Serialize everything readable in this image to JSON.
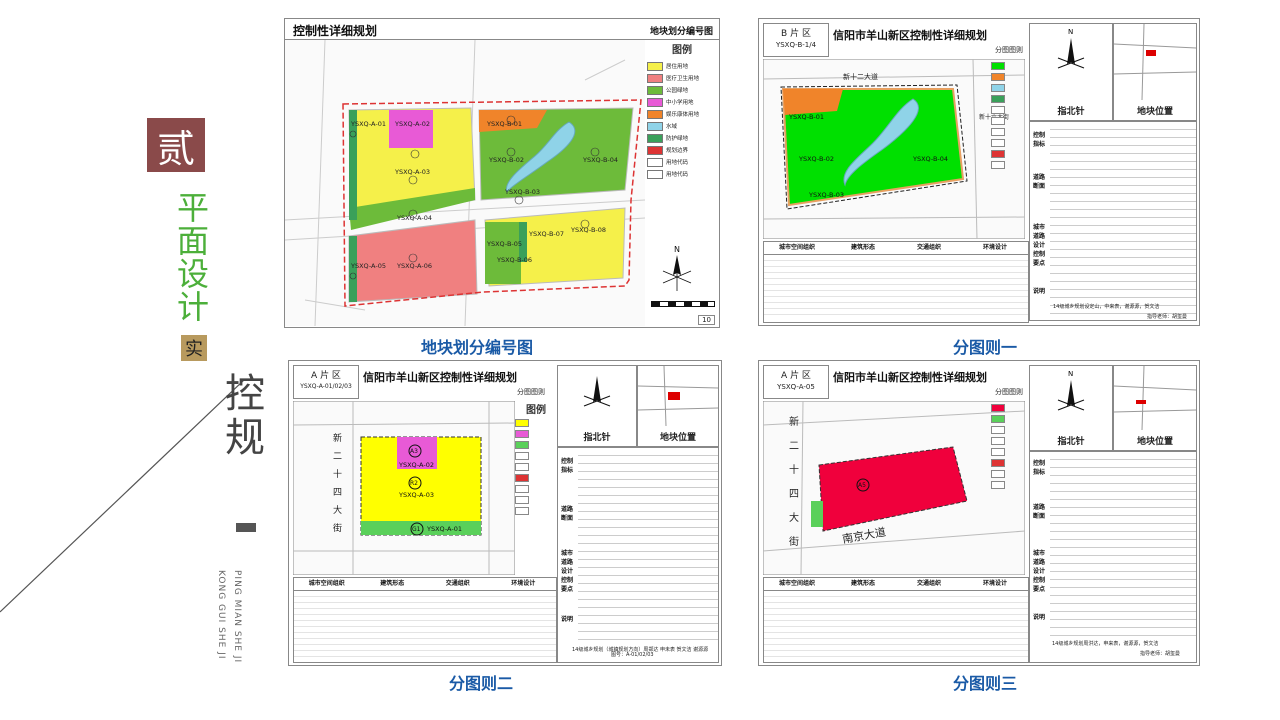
{
  "left": {
    "badge": "贰",
    "section_title_chars": [
      "平",
      "面",
      "设",
      "计"
    ],
    "small_badge": "实",
    "main_title_chars": [
      "控",
      "规"
    ],
    "latin_line1": "KONG GUI SHE JI",
    "latin_line2": "PING MIAN SHE JI"
  },
  "panel1": {
    "title": "控制性详细规划",
    "subtitle": "地块划分编号图",
    "caption": "地块划分编号图",
    "legend_title": "图例",
    "legend": [
      {
        "label": "居住用地",
        "color": "#f5f04a"
      },
      {
        "label": "医疗卫生用地",
        "color": "#f08080"
      },
      {
        "label": "公园绿地",
        "color": "#6dbb3a"
      },
      {
        "label": "中小学用地",
        "color": "#e85ad6"
      },
      {
        "label": "娱乐康体用地",
        "color": "#f0842a"
      },
      {
        "label": "水域",
        "color": "#8fd3e8"
      },
      {
        "label": "防护绿地",
        "color": "#3aa05a"
      },
      {
        "label": "规划边界",
        "color": "#d33"
      },
      {
        "label": "用地代码",
        "color": "#ffffff"
      },
      {
        "label": "用地代码",
        "color": "#ffffff"
      }
    ],
    "parcels": [
      "YSXQ-A-01",
      "YSXQ-A-02",
      "YSXQ-A-03",
      "YSXQ-A-04",
      "YSXQ-A-05",
      "YSXQ-A-06",
      "YSXQ-B-01",
      "YSXQ-B-02",
      "YSXQ-B-03",
      "YSXQ-B-04",
      "YSXQ-B-05",
      "YSXQ-B-06",
      "YSXQ-B-07",
      "YSXQ-B-08"
    ],
    "page_no": "10",
    "north": "N"
  },
  "panel2": {
    "zone": "B 片 区",
    "code": "YSXQ-B-1/4",
    "title": "信阳市羊山新区控制性详细规划",
    "subtitle": "分图图则",
    "caption": "分图则一",
    "north_label": "指北针",
    "location_label": "地块位置",
    "road_top": "新十二大道",
    "road_right": "新十六大街",
    "parcels": [
      "YSXQ-B-01",
      "YSXQ-B-02",
      "YSXQ-B-03",
      "YSXQ-B-04"
    ],
    "side_labels": [
      "控制指标",
      "道路断面",
      "城市道路设计控制要点",
      "说明"
    ],
    "bottom_heads": [
      "城市空间组织",
      "建筑形态",
      "交通组织",
      "环境设计"
    ],
    "footer": "14级城乡规划设定山，中来表，谢源源，贺文洁",
    "teacher": "指导老师：胡玺曼"
  },
  "panel3": {
    "zone": "A 片 区",
    "code": "YSXQ-A-01/02/03",
    "title": "信阳市羊山新区控制性详细规划",
    "subtitle": "分图图则",
    "caption": "分图则二",
    "north_label": "指北针",
    "location_label": "地块位置",
    "legend_title": "图例",
    "road_left": [
      "新",
      "二",
      "十",
      "四",
      "大",
      "街"
    ],
    "parcels": [
      "YSXQ-A-02",
      "YSXQ-A-03",
      "YSXQ-A-01"
    ],
    "codes": [
      "A3",
      "R2",
      "G1"
    ],
    "side_labels": [
      "控制指标",
      "道路断面",
      "城市道路设计控制要点",
      "说明"
    ],
    "bottom_heads": [
      "城市空间组织",
      "建筑形态",
      "交通组织",
      "环境设计"
    ],
    "footer": "14级城乡规划（城镇规划方向）周郑达 申未表 贺文洁 谢源源",
    "page_no": "图号：A-01/02/03"
  },
  "panel4": {
    "zone": "A 片 区",
    "code": "YSXQ-A-05",
    "title": "信阳市羊山新区控制性详细规划",
    "subtitle": "分图图则",
    "caption": "分图则三",
    "north_label": "指北针",
    "location_label": "地块位置",
    "road_left": [
      "新",
      "二",
      "十",
      "四",
      "大",
      "街"
    ],
    "road_bottom": "南京大道",
    "parcel_code": "A5",
    "side_labels": [
      "控制指标",
      "道路断面",
      "城市道路设计控制要点",
      "说明"
    ],
    "bottom_heads": [
      "城市空间组织",
      "建筑形态",
      "交通组织",
      "环境设计"
    ],
    "footer": "14级城乡规划周洪达，申来表，谢源源，贺文洁",
    "teacher": "指导老师：胡玺曼"
  }
}
